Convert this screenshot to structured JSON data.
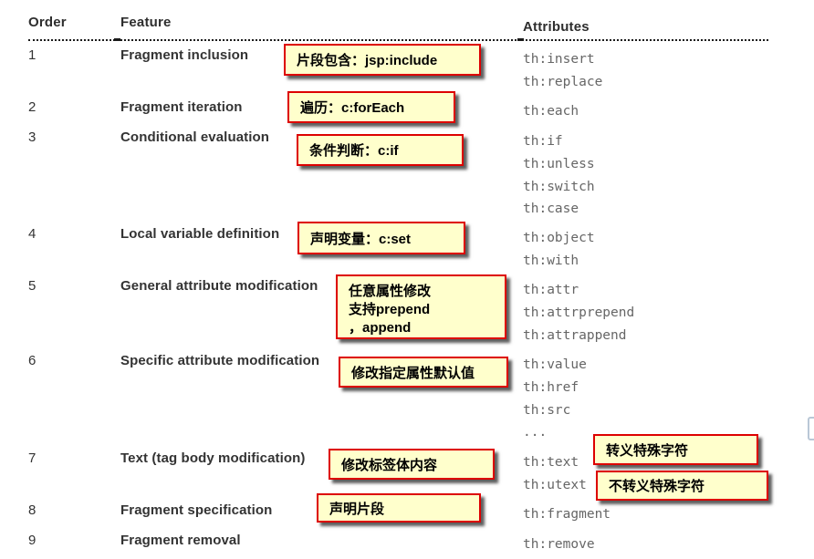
{
  "table": {
    "headers": {
      "order": "Order",
      "feature": "Feature",
      "attributes": "Attributes"
    },
    "rows": [
      {
        "order": "1",
        "feature": "Fragment inclusion",
        "attrs": [
          "th:insert",
          "th:replace"
        ]
      },
      {
        "order": "2",
        "feature": "Fragment iteration",
        "attrs": [
          "th:each"
        ]
      },
      {
        "order": "3",
        "feature": "Conditional evaluation",
        "attrs": [
          "th:if",
          "th:unless",
          "th:switch",
          "th:case"
        ]
      },
      {
        "order": "4",
        "feature": "Local variable definition",
        "attrs": [
          "th:object",
          "th:with"
        ]
      },
      {
        "order": "5",
        "feature": "General attribute modification",
        "attrs": [
          "th:attr",
          "th:attrprepend",
          "th:attrappend"
        ]
      },
      {
        "order": "6",
        "feature": "Specific attribute modification",
        "attrs": [
          "th:value",
          "th:href",
          "th:src",
          "..."
        ]
      },
      {
        "order": "7",
        "feature": "Text (tag body modification)",
        "attrs": [
          "th:text",
          "th:utext"
        ]
      },
      {
        "order": "8",
        "feature": "Fragment specification",
        "attrs": [
          "th:fragment"
        ]
      },
      {
        "order": "9",
        "feature": "Fragment removal",
        "attrs": [
          "th:remove"
        ]
      }
    ]
  },
  "callouts": {
    "fragment_inclusion": "片段包含：jsp:include",
    "fragment_iteration": "遍历：c:forEach",
    "conditional_evaluation": "条件判断：c:if",
    "local_variable": "声明变量：c:set",
    "general_attr_line1": "任意属性修改",
    "general_attr_line2": "支持prepend",
    "general_attr_line3": "，append",
    "specific_attr": "修改指定属性默认值",
    "text_body": "修改标签体内容",
    "escaped": "转义特殊字符",
    "unescaped": "不转义特殊字符",
    "fragment_spec": "声明片段"
  },
  "colors": {
    "callout_bg": "#ffffcc",
    "callout_border": "#dd0000",
    "attr_text": "#666666",
    "heading_text": "#333333"
  }
}
